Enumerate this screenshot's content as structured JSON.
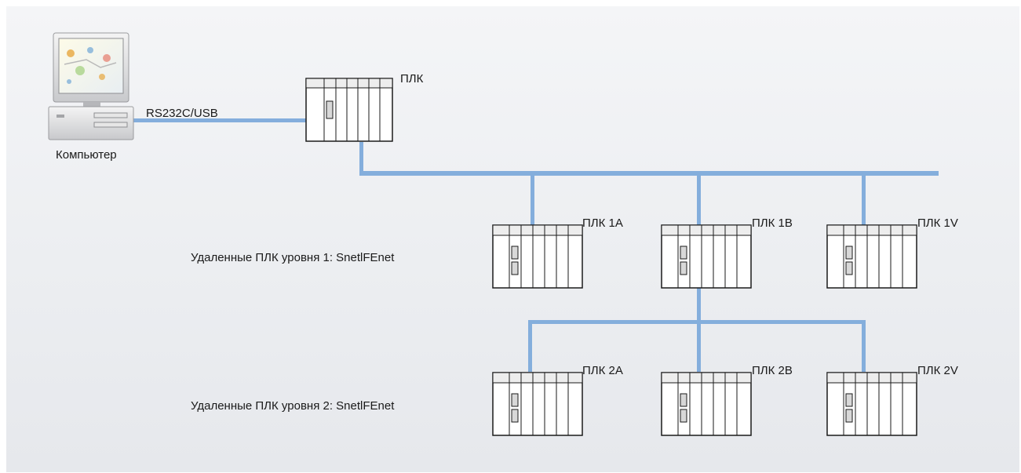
{
  "colors": {
    "bus": "#84aedc",
    "background": "#eef0f3",
    "plc_face": "#ffffff",
    "plc_outline": "#1a1a1a"
  },
  "computer": {
    "label": "Компьютер",
    "icon": "desktop-computer-icon",
    "link_label": "RS232C/USB"
  },
  "master": {
    "label": "ПЛК",
    "icon": "plc-rack-icon"
  },
  "levels": [
    {
      "label": "Удаленные ПЛК уровня 1: SnetlFEnet",
      "plcs": [
        {
          "label": "ПЛК 1A",
          "icon": "plc-rack-icon"
        },
        {
          "label": "ПЛК 1B",
          "icon": "plc-rack-icon"
        },
        {
          "label": "ПЛК 1V",
          "icon": "plc-rack-icon"
        }
      ]
    },
    {
      "label": "Удаленные ПЛК уровня 2: SnetlFEnet",
      "plcs": [
        {
          "label": "ПЛК 2A",
          "icon": "plc-rack-icon"
        },
        {
          "label": "ПЛК 2B",
          "icon": "plc-rack-icon"
        },
        {
          "label": "ПЛК 2V",
          "icon": "plc-rack-icon"
        }
      ]
    }
  ]
}
